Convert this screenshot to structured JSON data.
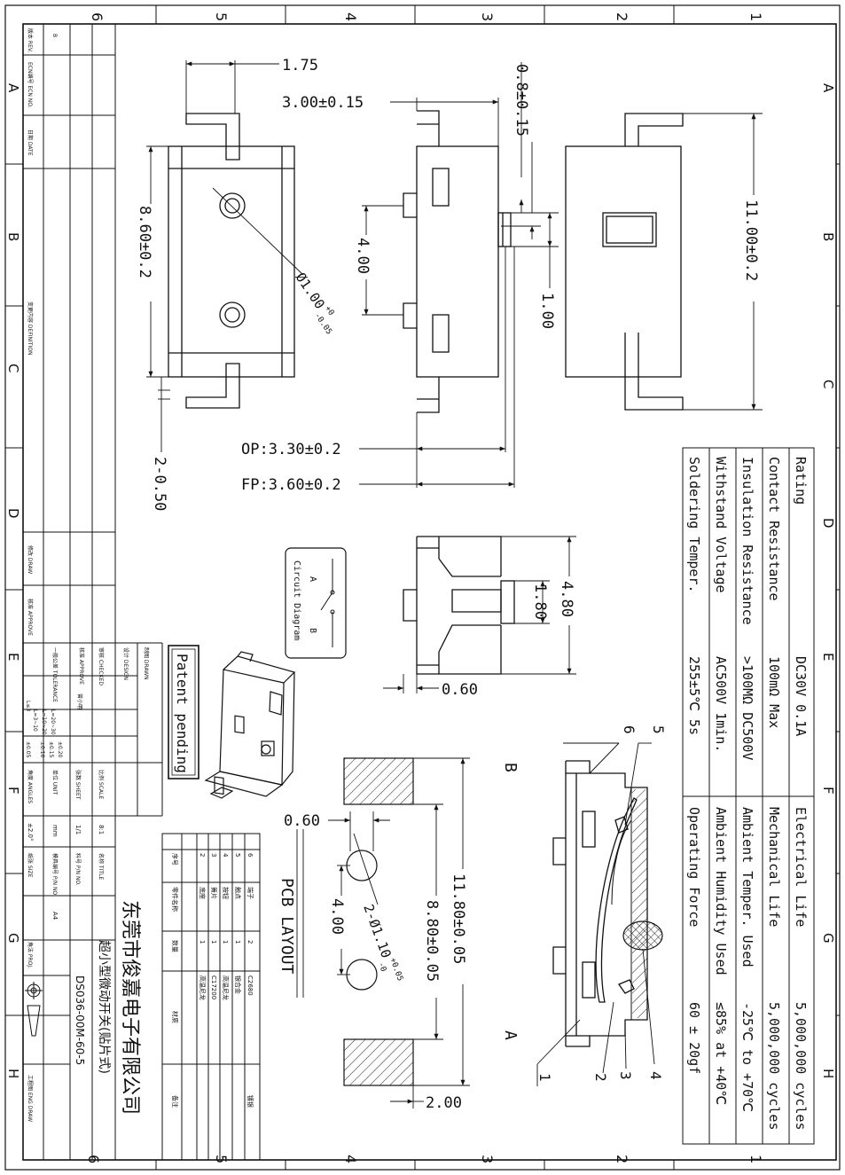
{
  "border": {
    "numbers": [
      "6",
      "5",
      "4",
      "3",
      "2",
      "1"
    ],
    "letters": [
      "A",
      "B",
      "C",
      "D",
      "E",
      "F",
      "G",
      "H"
    ]
  },
  "dims": {
    "d175": "1.75",
    "d300": "3.00±0.15",
    "d08": "0.8±0.15",
    "d860": "8.60±0.2",
    "d400": "4.00",
    "d100": "1.00",
    "d1100": "11.00±0.2",
    "hole": "Ø1.00",
    "hole_tol_plus": "+0",
    "hole_tol_minus": "-0.05",
    "d050": "2-0.50",
    "op": "OP:3.30±0.2",
    "fp": "FP:3.60±0.2",
    "d480": "4.80",
    "d180": "1.80",
    "d060": "0.60",
    "pcb060": "0.60",
    "pcb1180": "11.80±0.05",
    "pcb880": "8.80±0.05",
    "pcb400": "4.00",
    "pcbhole": "2-Ø1.10",
    "pcbhole_tol_plus": "+0.05",
    "pcbhole_tol_minus": "-0",
    "pcb200": "2.00"
  },
  "labels": {
    "circuit_diagram": "Circuit Diagram",
    "circuit_a": "A",
    "circuit_b": "B",
    "patent": "Patent pending",
    "pcb_layout": "PCB LAYOUT",
    "section_b": "B",
    "section_a": "A",
    "callouts": [
      "1",
      "2",
      "3",
      "4",
      "5",
      "6"
    ]
  },
  "specs": {
    "left": [
      {
        "name": "Rating",
        "value": "DC30V 0.1A"
      },
      {
        "name": "Contact Resistance",
        "value": "100mΩ Max"
      },
      {
        "name": "Insulation Resistance",
        "value": ">100MΩ DC500V"
      },
      {
        "name": "Withstand Voltage",
        "value": "AC500V 1min."
      },
      {
        "name": "Soldering Temper.",
        "value": "255±5℃ 5s"
      }
    ],
    "right": [
      {
        "name": "Electrical Life",
        "value": "5,000,000 cycles"
      },
      {
        "name": "Mechanical Life",
        "value": "5,000,000 cycles"
      },
      {
        "name": "Ambient Temper. Used",
        "value": "-25℃ to +70℃"
      },
      {
        "name": "Ambient Humidity Used",
        "value": "≤85% at +40℃"
      },
      {
        "name": "Operating Force",
        "value": "60 ± 20gf"
      }
    ]
  },
  "bom": {
    "headers": [
      "序号",
      "零件名称",
      "数量",
      "材质",
      "备注"
    ],
    "rows": [
      [
        "6",
        "端子",
        "2",
        "C2680",
        "镀银"
      ],
      [
        "5",
        "触点",
        "1",
        "银合金",
        ""
      ],
      [
        "4",
        "按钮",
        "1",
        "高温尼龙",
        ""
      ],
      [
        "3",
        "簧片",
        "1",
        "C17200",
        ""
      ],
      [
        "2",
        "底座",
        "1",
        "高温尼龙",
        ""
      ]
    ]
  },
  "title_block": {
    "company": "东莞市俊嘉电子有限公司",
    "product": "超小型微动开关(贴片式)",
    "drawing_no": "DS036-00M-60-5",
    "size": "A4",
    "scale": "8:1",
    "sheet": "1/1",
    "unit": "mm",
    "angles": "±2.0°",
    "designer": "曾小明",
    "fields": {
      "drawn": "制图 DRAWN",
      "design": "设计 DESIGN",
      "checked": "审核 CHECKED",
      "approve": "核准 APPROVE",
      "scale": "比例 SCALE",
      "sheet": "张数 SHEET",
      "unit": "单位 UNIT",
      "angles": "角度 ANGLES",
      "title": "名称 TITLE",
      "pn": "料号 P/N NO.",
      "mold": "模具编号 P/N NO.",
      "size": "纸张 SIZE",
      "proj": "角法 PROJ.",
      "eng": "工程图 ENG DRAW"
    },
    "tolerance": {
      "label": "一般公差 TOLERANCE",
      "rows": [
        [
          "L≤3",
          "±0.05"
        ],
        [
          "L=3~10",
          "±0.10"
        ],
        [
          "L=10~20",
          "±0.15"
        ],
        [
          "L=20~30",
          "±0.20"
        ]
      ]
    }
  },
  "revision": {
    "rev_label": "版本 REV.",
    "rev_value": "B",
    "ecn_label": "ECN编号 ECN NO.",
    "date_label": "日期 DATE",
    "def_label": "变更内容 DEFINITION",
    "draw_label": "修改 DRAW",
    "approve_label": "核准 APPROVE"
  }
}
